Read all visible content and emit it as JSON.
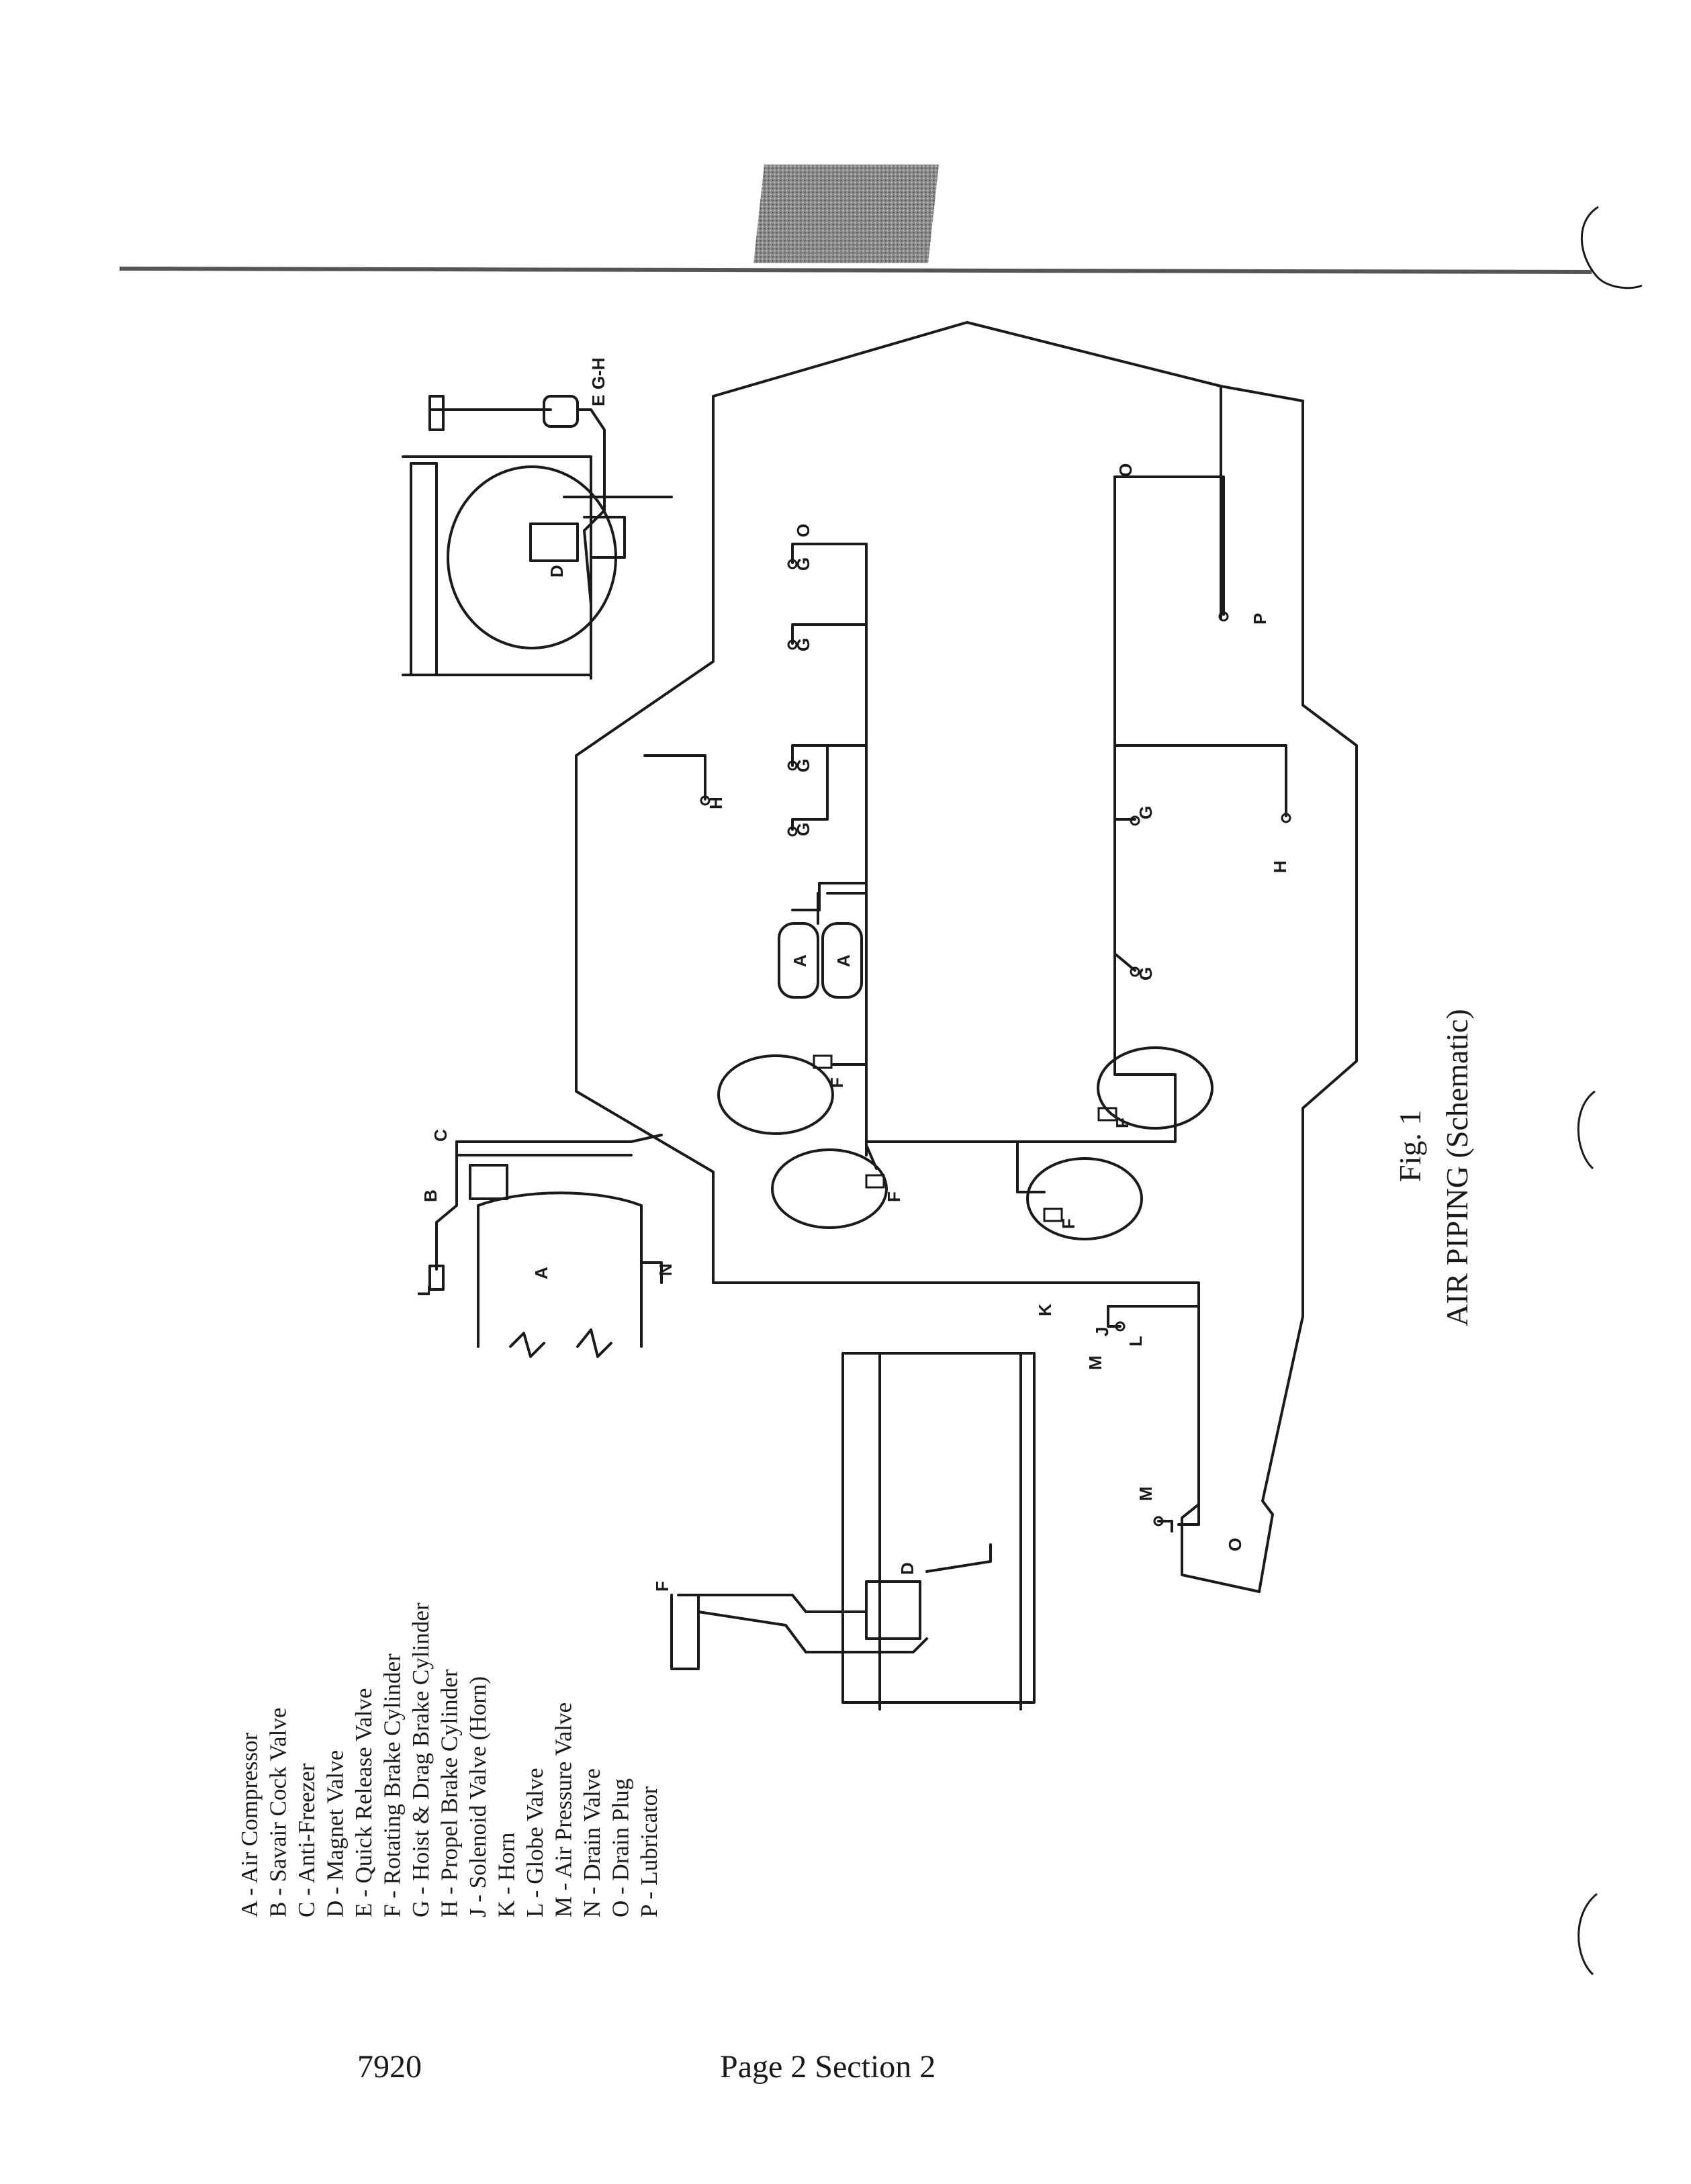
{
  "figure": {
    "number": "Fig. 1",
    "title": "AIR PIPING (Schematic)"
  },
  "legend": [
    "A - Air Compressor",
    "B - Savair Cock Valve",
    "C - Anti-Freezer",
    "D - Magnet Valve",
    "E - Quick Release Valve",
    "F - Rotating Brake Cylinder",
    "G - Hoist & Drag Brake Cylinder",
    "H - Propel Brake Cylinder",
    "J - Solenoid Valve (Horn)",
    "K - Horn",
    "L - Globe Valve",
    "M - Air Pressure Valve",
    "N - Drain Valve",
    "O - Drain Plug",
    "P - Lubricator"
  ],
  "labels": {
    "gh": "G-H",
    "e": "E",
    "d": "D",
    "o": "O",
    "g": "G",
    "h": "H",
    "a": "A",
    "f": "F",
    "p": "P",
    "c": "C",
    "b": "B",
    "l": "L",
    "n": "N",
    "k": "K",
    "j": "J",
    "m": "M"
  },
  "footer": {
    "doc_number": "7920",
    "page": "Page 2 Section 2"
  }
}
